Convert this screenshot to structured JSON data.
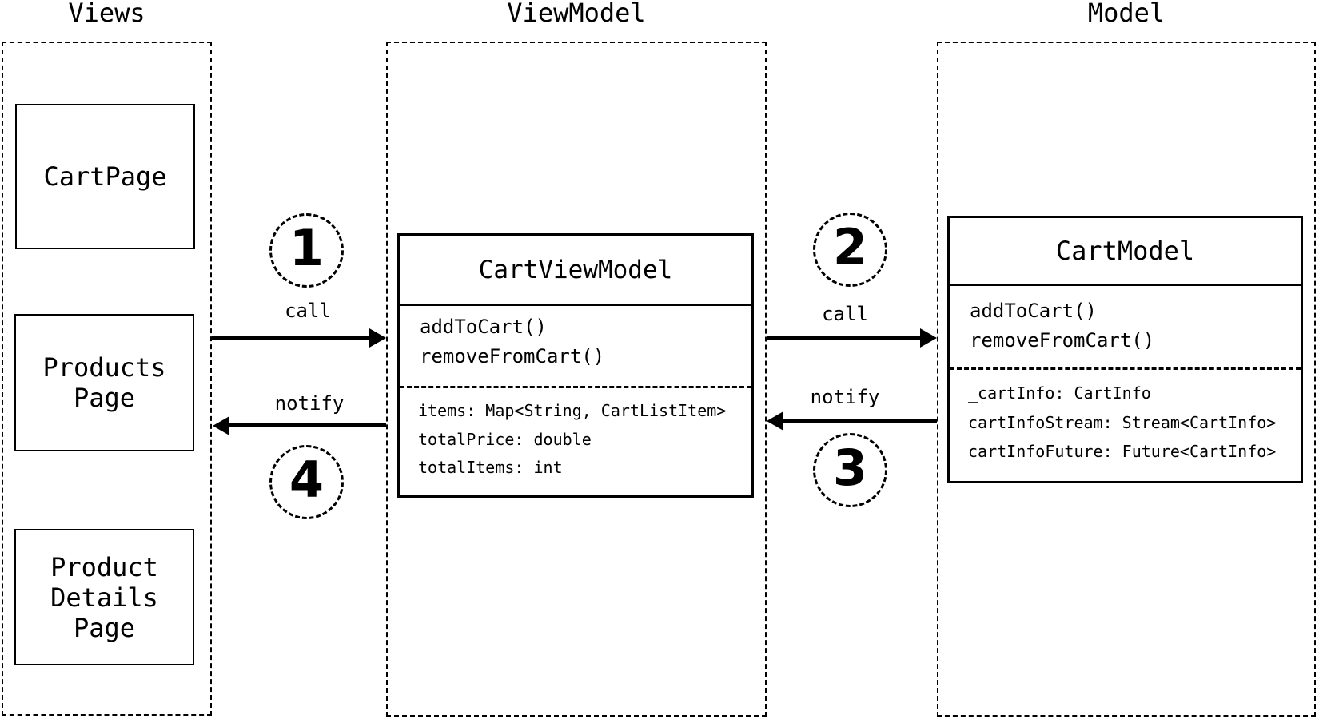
{
  "colors": {
    "ink": "#000000",
    "background": "#ffffff"
  },
  "layers": {
    "views": {
      "title": "Views",
      "boxes": [
        {
          "label": "CartPage"
        },
        {
          "label": "Products\nPage"
        },
        {
          "label": "Product\nDetails\nPage"
        }
      ]
    },
    "viewmodel": {
      "title": "ViewModel",
      "class": {
        "name": "CartViewModel",
        "methods": [
          "addToCart()",
          "removeFromCart()"
        ],
        "properties": [
          "items: Map<String, CartListItem>",
          "totalPrice: double",
          "totalItems: int"
        ]
      }
    },
    "model": {
      "title": "Model",
      "class": {
        "name": "CartModel",
        "methods": [
          "addToCart()",
          "removeFromCart()"
        ],
        "properties": [
          "_cartInfo: CartInfo",
          "cartInfoStream: Stream<CartInfo>",
          "cartInfoFuture: Future<CartInfo>"
        ]
      }
    }
  },
  "flows": {
    "views_to_viewmodel": {
      "step": "1",
      "label": "call",
      "direction": "right"
    },
    "viewmodel_to_model": {
      "step": "2",
      "label": "call",
      "direction": "right"
    },
    "model_to_viewmodel": {
      "step": "3",
      "label": "notify",
      "direction": "left"
    },
    "viewmodel_to_views": {
      "step": "4",
      "label": "notify",
      "direction": "left"
    }
  }
}
